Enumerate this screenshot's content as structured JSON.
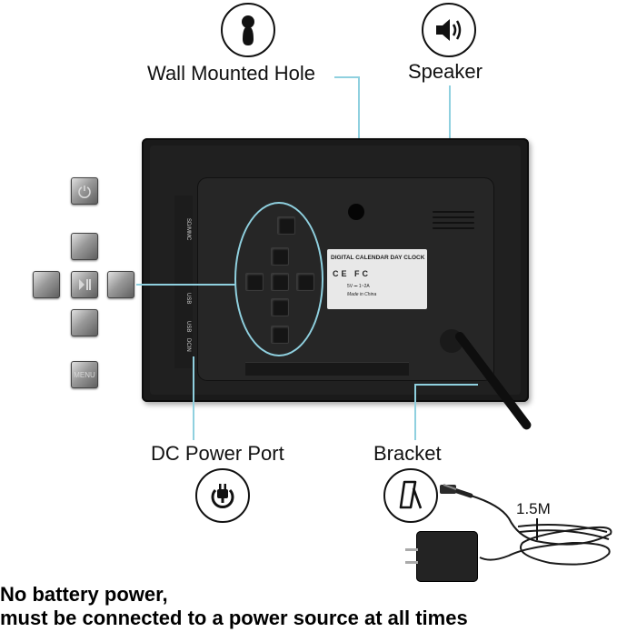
{
  "callouts": {
    "wall_hole": "Wall Mounted Hole",
    "speaker": "Speaker",
    "dc_port": "DC Power Port",
    "bracket": "Bracket"
  },
  "icons": {
    "wall_hole": "keyhole-icon",
    "speaker": "speaker-icon",
    "dc_port": "power-plug-icon",
    "bracket": "bracket-stand-icon"
  },
  "back_label": {
    "title": "DIGITAL CALENDAR DAY CLOCK",
    "marks": "CE FC",
    "rating": "5V ⎓ 1~2A",
    "country": "Made in China"
  },
  "ports": [
    "SD/MMC",
    "USB",
    "USB",
    "DCIN"
  ],
  "buttons": {
    "menu": "MENU"
  },
  "cable": {
    "length": "1.5M"
  },
  "notice": {
    "line1": "No battery power,",
    "line2": "must be connected to a power source at all times"
  },
  "colors": {
    "leader": "#8fd0df",
    "frame": "#1a1a1a"
  }
}
